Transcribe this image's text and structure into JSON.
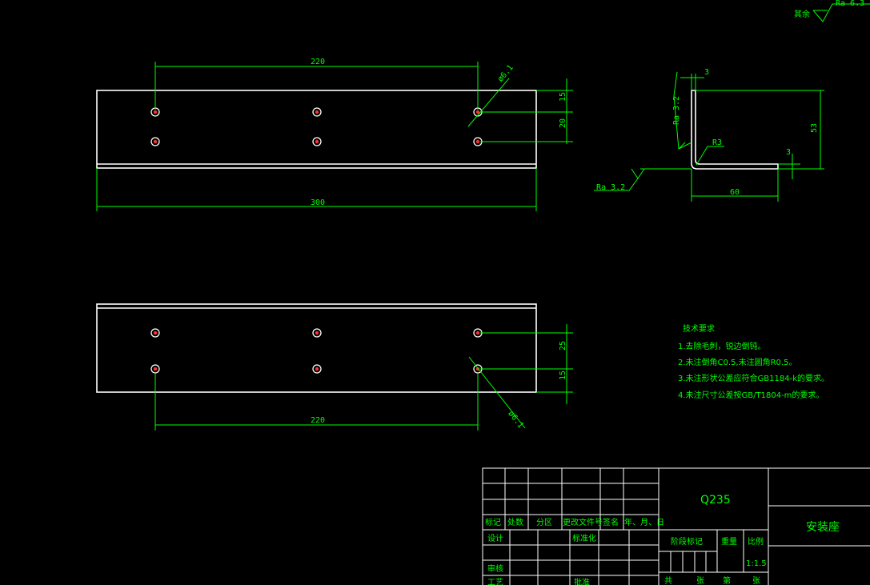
{
  "surface_finish": {
    "label": "其余",
    "value": "Ra 6.3"
  },
  "front_view": {
    "dim_top": "220",
    "dim_bottom": "300",
    "dim_hole": "ø6.1",
    "dim_right_a": "15",
    "dim_right_b": "20"
  },
  "bottom_view": {
    "dim_bottom": "220",
    "dim_hole": "ø6.1",
    "dim_right_a": "25",
    "dim_right_b": "15"
  },
  "side_view": {
    "dim_thickness_top": "3",
    "dim_height": "53",
    "dim_thickness_right": "3",
    "dim_length": "60",
    "radius": "R3",
    "roughness_vertical": "Ra 3.2",
    "roughness_horizontal": "Ra 3.2"
  },
  "tech_requirements": {
    "title": "技术要求",
    "items": [
      "1.去除毛刺，锐边倒钝。",
      "2.未注倒角C0.5,未注圆角R0.5。",
      "3.未注形状公差应符合GB1184-k的要求。",
      "4.未注尺寸公差按GB/T1804-m的要求。"
    ]
  },
  "title_block": {
    "material": "Q235",
    "part_name": "安装座",
    "headers": [
      "标记",
      "处数",
      "分区",
      "更改文件号",
      "签名",
      "年、月、日"
    ],
    "design": "设计",
    "standardize": "标准化",
    "review": "审核",
    "process": "工艺",
    "approve": "批准",
    "stage_mark": "阶段标记",
    "weight": "重量",
    "scale": "比例",
    "scale_value": "1:1.5",
    "total": "共",
    "sheets": "张",
    "page": "第",
    "sheet": "张"
  }
}
